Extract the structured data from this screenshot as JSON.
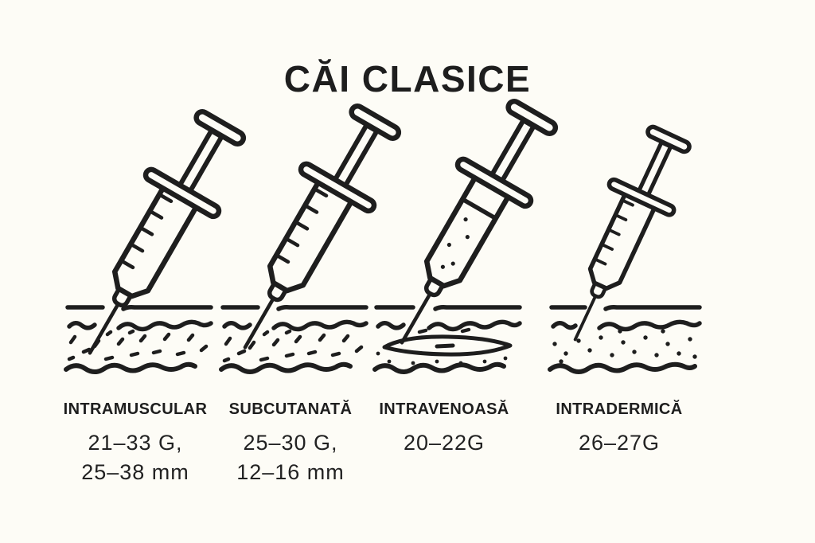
{
  "title": "CĂI CLASICE",
  "colors": {
    "background": "#fdfcf6",
    "ink": "#1e1e1e"
  },
  "icons": {
    "syringe_graduated": "syringe-icon",
    "syringe_filled": "syringe-filled-icon",
    "skin_layers": "skin-layers-icon",
    "vein": "vein-icon"
  },
  "routes": [
    {
      "name": "INTRAMUSCULAR",
      "specs": [
        "21–33 G,",
        "25–38 mm"
      ]
    },
    {
      "name": "SUBCUTANATĂ",
      "specs": [
        "25–30 G,",
        "12–16 mm"
      ]
    },
    {
      "name": "INTRAVENOASĂ",
      "specs": [
        "20–22G",
        ""
      ]
    },
    {
      "name": "INTRADERMICĂ",
      "specs": [
        "26–27G",
        ""
      ]
    }
  ]
}
